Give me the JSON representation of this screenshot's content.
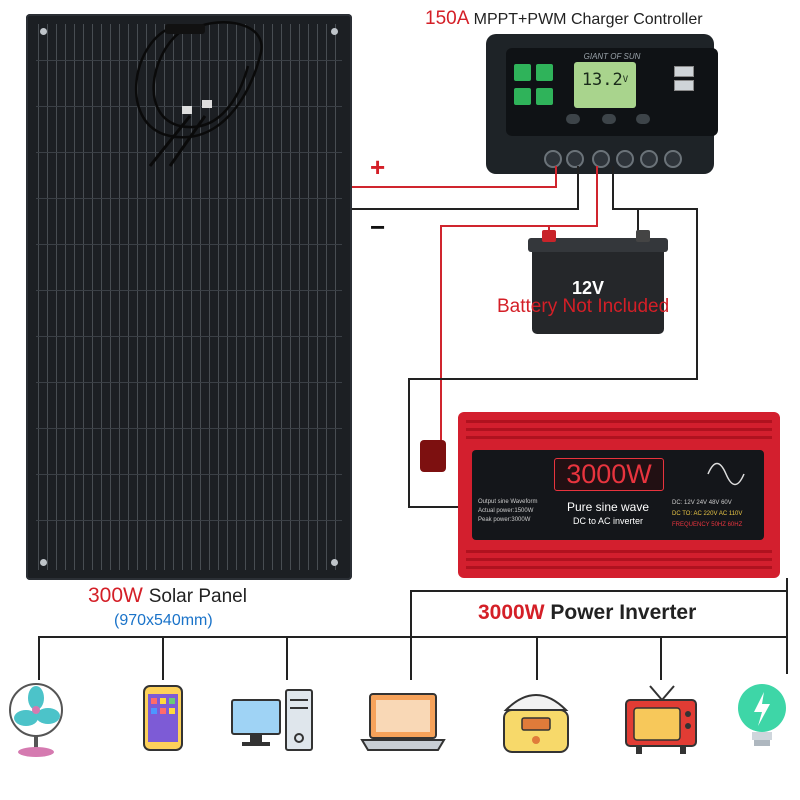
{
  "controller": {
    "title_power": "150A",
    "title_rest": "MPPT+PWM Charger Controller",
    "brand": "GIANT OF SUN",
    "lcd_value": "13.2",
    "lcd_unit": "V"
  },
  "wiring": {
    "plus": "+",
    "minus": "−"
  },
  "battery": {
    "voltage": "12V",
    "note": "Battery Not Included"
  },
  "inverter": {
    "display_power": "3000W",
    "display_line1": "Pure sine wave",
    "display_line2": "DC to AC inverter",
    "label_power": "3000W",
    "label_rest": "Power Inverter",
    "spec_lines": [
      "Output sine Waveform",
      "Actual power:1500W",
      "Peak power:3000W"
    ],
    "dc_options": [
      "12V",
      "24V",
      "48V",
      "60V"
    ],
    "dc_label": "DC:",
    "ac_label": "DC TO:",
    "ac_options": [
      "AC 220V",
      "AC 110V"
    ],
    "freq_label": "FREQUENCY",
    "freq_options": [
      "50HZ",
      "60HZ"
    ]
  },
  "panel": {
    "power": "300W",
    "name": "Solar Panel",
    "size": "(970x540mm)"
  },
  "devices": [
    {
      "icon": "fan-icon"
    },
    {
      "icon": "phone-icon"
    },
    {
      "icon": "desktop-computer-icon"
    },
    {
      "icon": "laptop-icon"
    },
    {
      "icon": "rice-cooker-icon"
    },
    {
      "icon": "tv-icon"
    },
    {
      "icon": "light-bulb-icon"
    }
  ],
  "colors": {
    "accent_red": "#d41f27",
    "size_blue": "#1a73c9",
    "panel": "#1c1f23",
    "inverter_red": "#d31f2e"
  }
}
